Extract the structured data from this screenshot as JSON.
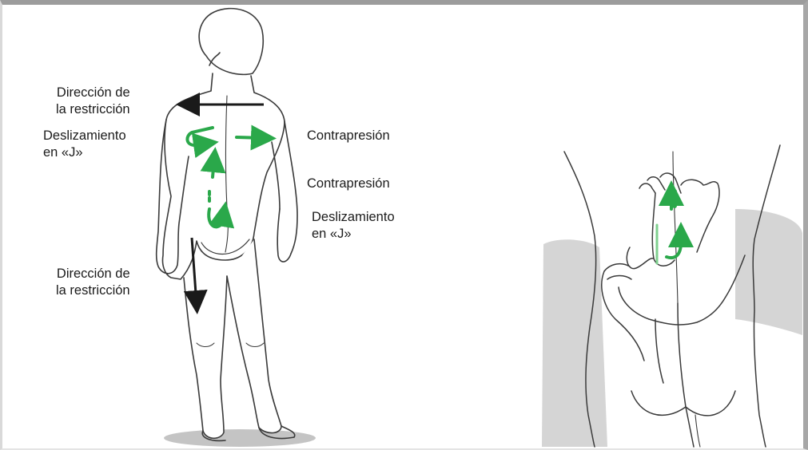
{
  "figure_left": {
    "labels": {
      "restriction_top": "Dirección de\nla restricción",
      "jglide_left": "Deslizamiento\nen «J»",
      "counterpressure_upper": "Contrapresión",
      "counterpressure_lower": "Contrapresión",
      "jglide_right": "Deslizamiento\nen «J»",
      "restriction_bottom": "Dirección de\nla restricción"
    }
  },
  "colors": {
    "outline": "#3a3a3a",
    "glide_arrow": "#2aa84a",
    "restriction_arrow": "#1a1a1a",
    "floor_shadow": "#bdbdbd",
    "background_shade": "#d3d3d3"
  },
  "icons": {
    "glide": "green-curved-arrow",
    "restriction": "black-straight-arrow"
  }
}
